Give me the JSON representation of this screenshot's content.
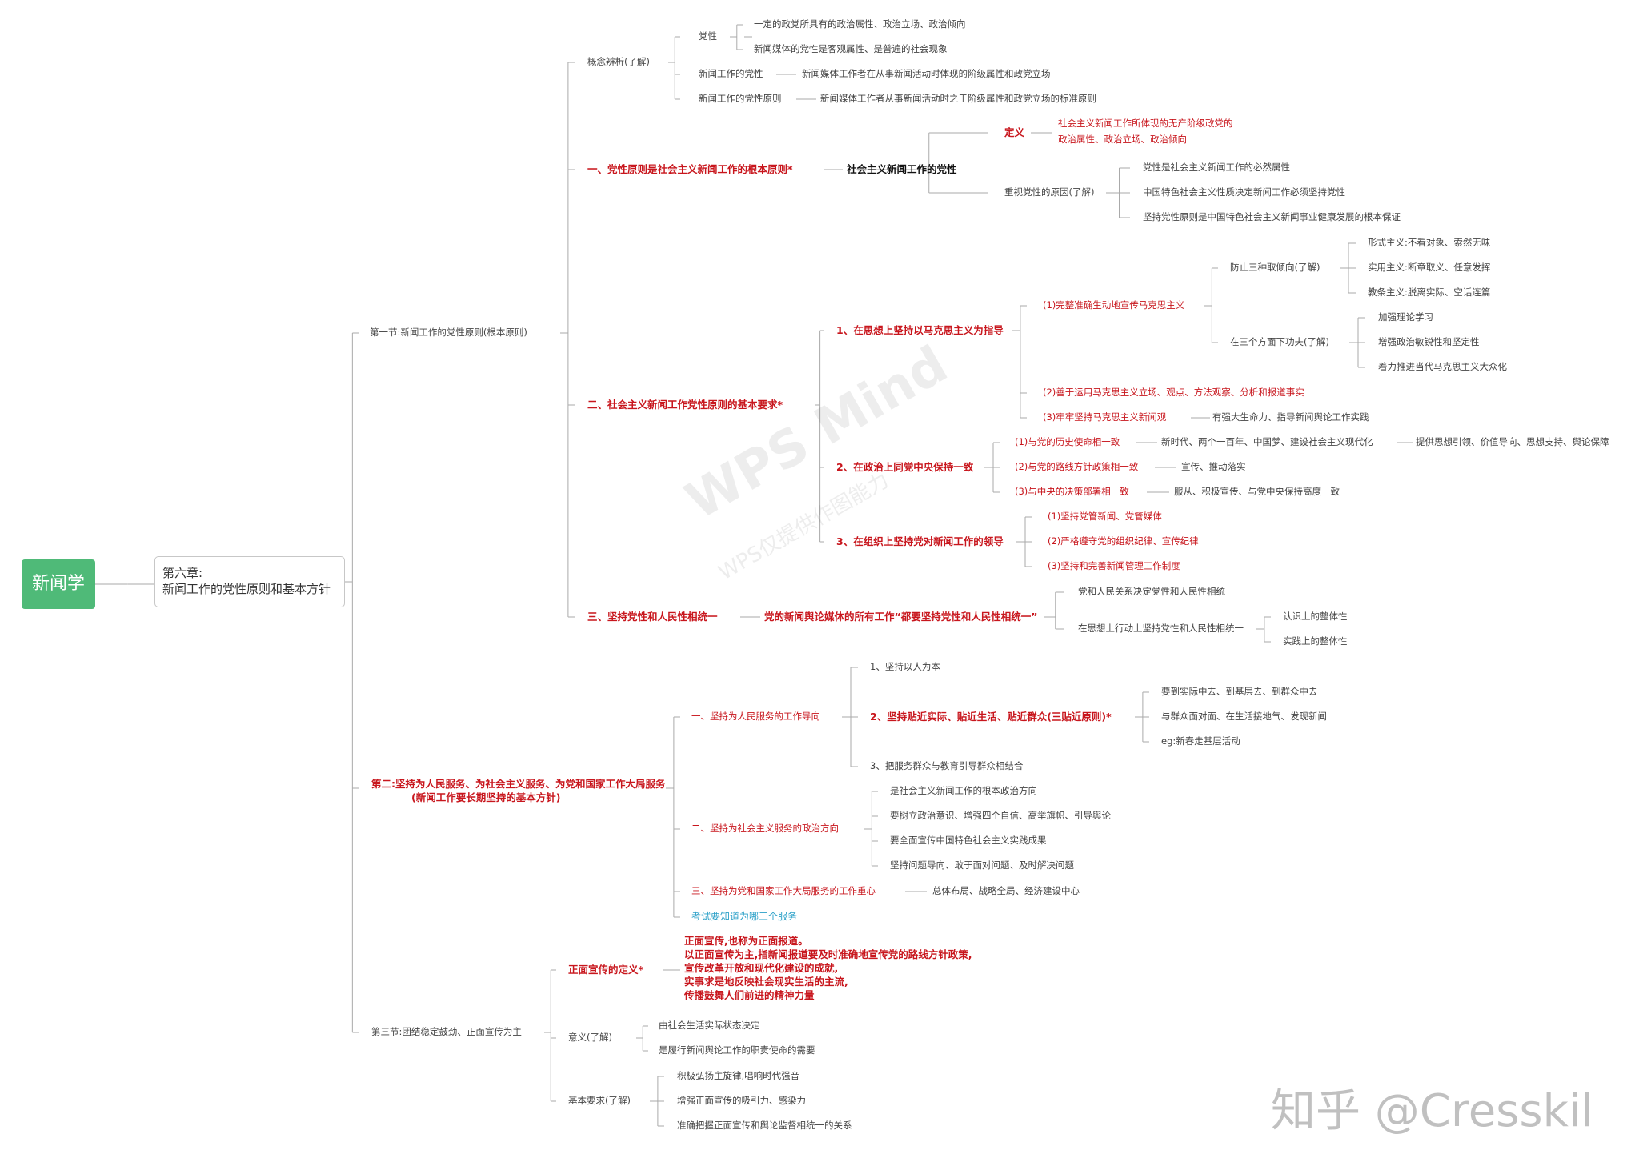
{
  "root": "新闻学",
  "chapter": {
    "line1": "第六章:",
    "line2": "新闻工作的党性原则和基本方针"
  },
  "watermark": {
    "brand": "WPS Mind",
    "sub": "WPS仅提供作图能力",
    "author": "知乎 @Cresskil"
  },
  "nodes": {
    "s1": "第一节:新闻工作的党性原则(根本原则)",
    "s1a": "概念辨析(了解)",
    "s1a1": "党性",
    "s1a1a": "一定的政党所具有的政治属性、政治立场、政治倾向",
    "s1a1b": "新闻媒体的党性是客观属性、是普遍的社会现象",
    "s1a2": "新闻工作的党性",
    "s1a2a": "新闻媒体工作者在从事新闻活动时体现的阶级属性和政党立场",
    "s1a3": "新闻工作的党性原则",
    "s1a3a": "新闻媒体工作者从事新闻活动时之于阶级属性和政党立场的标准原则",
    "s1b": "一、党性原则是社会主义新闻工作的根本原则*",
    "s1b1": "社会主义新闻工作的党性",
    "s1b1a": "定义",
    "s1b1a1_l1": "社会主义新闻工作所体现的无产阶级政党的",
    "s1b1a1_l2": "政治属性、政治立场、政治倾向",
    "s1b1b": "重视党性的原因(了解)",
    "s1b1b1": "党性是社会主义新闻工作的必然属性",
    "s1b1b2": "中国特色社会主义性质决定新闻工作必须坚持党性",
    "s1b1b3": "坚持党性原则是中国特色社会主义新闻事业健康发展的根本保证",
    "s1c": "二、社会主义新闻工作党性原则的基本要求*",
    "s1c1": "1、在思想上坚持以马克思主义为指导",
    "s1c1a": "(1)完整准确生动地宣传马克思主义",
    "s1c1a1": "防止三种取倾向(了解)",
    "s1c1a1a": "形式主义:不看对象、索然无味",
    "s1c1a1b": "实用主义:断章取义、任意发挥",
    "s1c1a1c": "教条主义:脱离实际、空话连篇",
    "s1c1a2": "在三个方面下功夫(了解)",
    "s1c1a2a": "加强理论学习",
    "s1c1a2b": "增强政治敏锐性和坚定性",
    "s1c1a2c": "着力推进当代马克思主义大众化",
    "s1c1b": "(2)善于运用马克思主义立场、观点、方法观察、分析和报道事实",
    "s1c1c": "(3)牢牢坚持马克思主义新闻观",
    "s1c1c1": "有强大生命力、指导新闻舆论工作实践",
    "s1c2": "2、在政治上同党中央保持一致",
    "s1c2a": "(1)与党的历史使命相一致",
    "s1c2a1": "新时代、两个一百年、中国梦、建设社会主义现代化",
    "s1c2a2": "提供思想引领、价值导向、思想支持、舆论保障",
    "s1c2b": "(2)与党的路线方针政策相一致",
    "s1c2b1": "宣传、推动落实",
    "s1c2c": "(3)与中央的决策部署相一致",
    "s1c2c1": "服从、积极宣传、与党中央保持高度一致",
    "s1c3": "3、在组织上坚持党对新闻工作的领导",
    "s1c3a": "(1)坚持党管新闻、党管媒体",
    "s1c3b": "(2)严格遵守党的组织纪律、宣传纪律",
    "s1c3c": "(3)坚持和完善新闻管理工作制度",
    "s1d": "三、坚持党性和人民性相统一",
    "s1d1": "党的新闻舆论媒体的所有工作“都要坚持党性和人民性相统一”",
    "s1d1a": "党和人民关系决定党性和人民性相统一",
    "s1d1b": "在思想上行动上坚持党性和人民性相统一",
    "s1d1b1": "认识上的整体性",
    "s1d1b2": "实践上的整体性",
    "s2_l1": "第二:坚持为人民服务、为社会主义服务、为党和国家工作大局服务",
    "s2_l2": "(新闻工作要长期坚持的基本方针)",
    "s2a": "一、坚持为人民服务的工作导向",
    "s2a1": "1、坚持以人为本",
    "s2a2": "2、坚持贴近实际、贴近生活、贴近群众(三贴近原则)*",
    "s2a2a": "要到实际中去、到基层去、到群众中去",
    "s2a2b": "与群众面对面、在生活接地气、发现新闻",
    "s2a2c": "eg:新春走基层活动",
    "s2a3": "3、把服务群众与教育引导群众相结合",
    "s2b": "二、坚持为社会主义服务的政治方向",
    "s2b1": "是社会主义新闻工作的根本政治方向",
    "s2b2": "要树立政治意识、增强四个自信、高举旗帜、引导舆论",
    "s2b3": "要全面宣传中国特色社会主义实践成果",
    "s2b4": "坚持问题导向、敢于面对问题、及时解决问题",
    "s2c": "三、坚持为党和国家工作大局服务的工作重心",
    "s2c1": "总体布局、战略全局、经济建设中心",
    "s2d": "考试要知道为哪三个服务",
    "s3": "第三节:团结稳定鼓劲、正面宣传为主",
    "s3a": "正面宣传的定义*",
    "s3a1_l1": "正面宣传,也称为正面报道。",
    "s3a1_l2": "以正面宣传为主,指新闻报道要及时准确地宣传党的路线方针政策,",
    "s3a1_l3": "宣传改革开放和现代化建设的成就,",
    "s3a1_l4": "实事求是地反映社会现实生活的主流,",
    "s3a1_l5": "传播鼓舞人们前进的精神力量",
    "s3b": "意义(了解)",
    "s3b1": "由社会生活实际状态决定",
    "s3b2": "是履行新闻舆论工作的职责使命的需要",
    "s3c": "基本要求(了解)",
    "s3c1": "积极弘扬主旋律,唱响时代强音",
    "s3c2": "增强正面宣传的吸引力、感染力",
    "s3c3": "准确把握正面宣传和舆论监督相统一的关系"
  }
}
